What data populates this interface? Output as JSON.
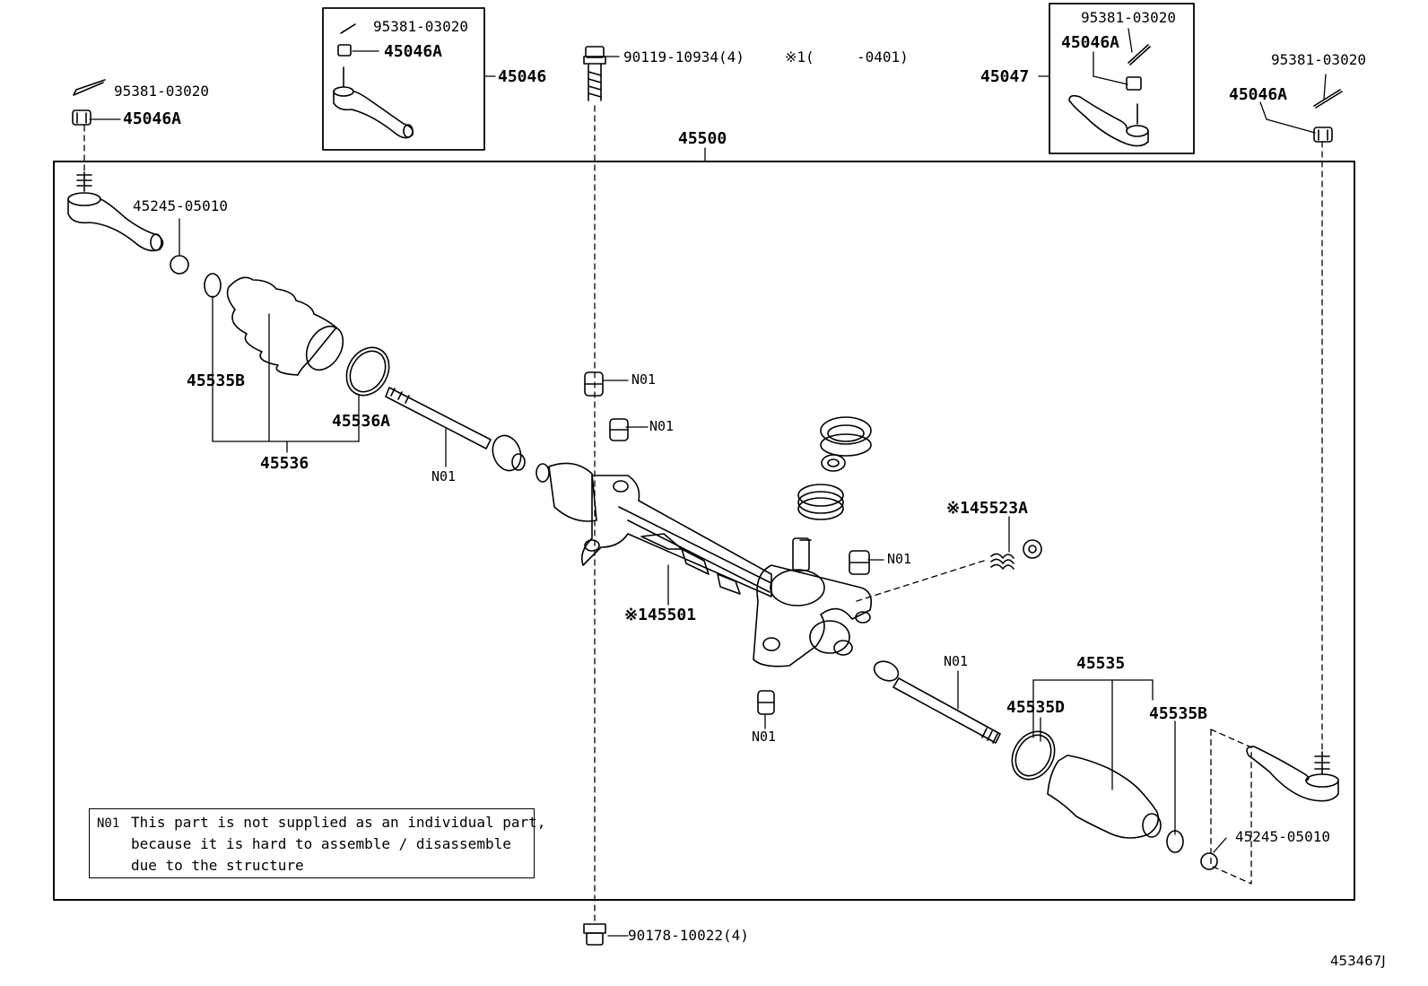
{
  "labels": {
    "cotter_pin_top_left": "95381-03020",
    "nut_top_left": "45046A",
    "cotter_pin_box_left": "95381-03020",
    "nut_box_left": "45046A",
    "tie_rod_end_lh": "45046",
    "bolt": "90119-10934(4)",
    "note_1_code": "※1(",
    "note_1_range": "-0401)",
    "cotter_pin_box_right": "95381-03020",
    "nut_box_right": "45046A",
    "tie_rod_end_rh": "45047",
    "cotter_pin_top_right": "95381-03020",
    "nut_top_right": "45046A",
    "gear_assy": "45500",
    "lock_nut_left": "45245-05010",
    "boot_clip_left": "45535B",
    "boot_clamp_left": "45536A",
    "boot_kit_left": "45536",
    "inner_rod_left": "N01",
    "bushing_upper_1": "N01",
    "bushing_upper_2": "N01",
    "bushing_right": "N01",
    "bushing_lower": "N01",
    "spring": "※145523A",
    "rack_housing": "※145501",
    "inner_rod_right": "N01",
    "boot_kit_right": "45535",
    "boot_clamp_right": "45535D",
    "boot_clip_right": "45535B",
    "lock_nut_right": "45245-05010",
    "nut_bottom": "90178-10022(4)",
    "figure_id": "453467J"
  },
  "note": {
    "code": "N01",
    "lines": [
      "This part is not supplied as an individual part,",
      "because it is hard to assemble / disassemble",
      "due to the structure"
    ]
  }
}
